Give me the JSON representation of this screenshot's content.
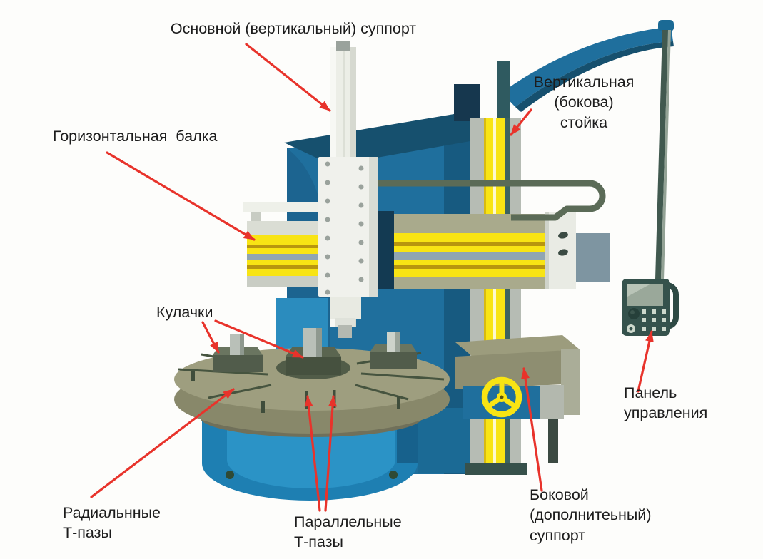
{
  "diagram": {
    "subject_labels": {
      "main_support": "Основной (вертикальный) суппорт",
      "horizontal_beam": "Горизонтальная  балка",
      "vertical_stand": "Вертикальная\n(бокова)\nстойка",
      "jaws": "Кулачки",
      "control_panel": "Панель\nуправления",
      "radial_slots": "Радиальнные\nТ-пазы",
      "parallel_slots": "Параллельные\nТ-пазы",
      "side_support": "Боковой\n(дополнитеьный)\nсуппорт"
    }
  },
  "palette": {
    "background": "#fdfdfb",
    "text_color": "#1c1c1c",
    "arrow_red": "#e8332b",
    "machine_blue": "#1f6f9d",
    "machine_blue_dark": "#16506e",
    "machine_blue_bright": "#2b93c6",
    "accent_yellow": "#f8e414",
    "khaki": "#a9aa8c",
    "table_olive": "#9e9e7f",
    "panel_teal": "#35524c"
  }
}
